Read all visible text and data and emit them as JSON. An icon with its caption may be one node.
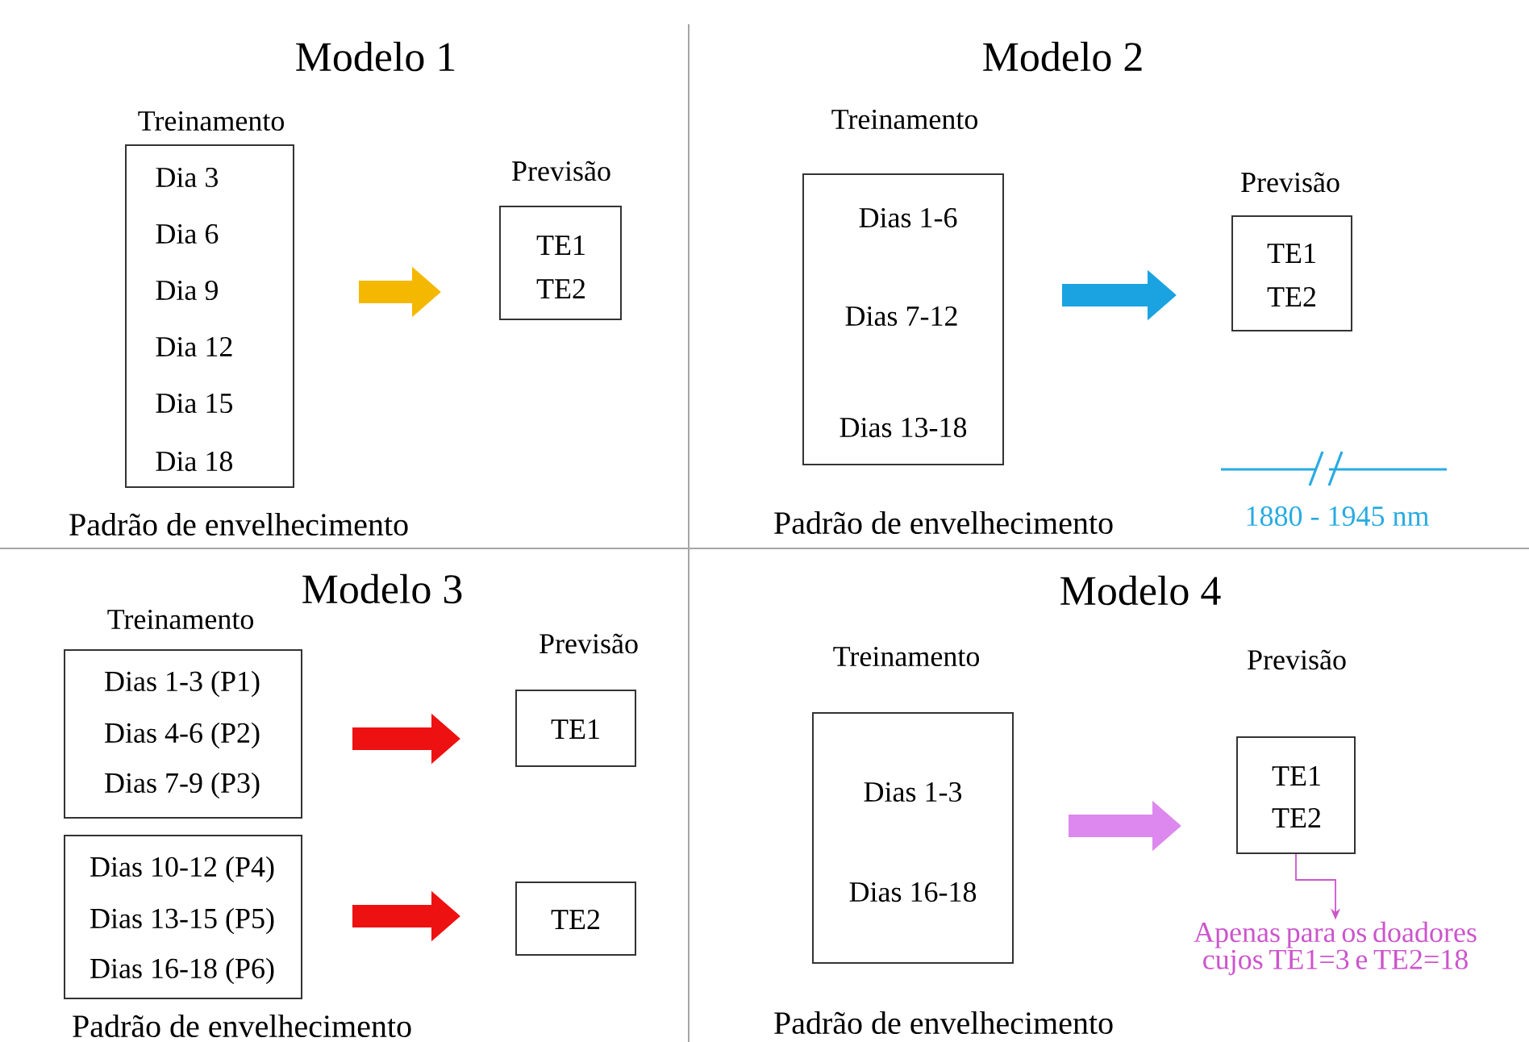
{
  "diagram": {
    "nodes": [
      {
        "text": [
          "Treinamento",
          "Dia 3",
          "Dia 6",
          "Dia 9",
          "Dia 12",
          "Dia 15",
          "Dia 18"
        ]
      },
      {
        "text": [
          "Previsão",
          "TE1",
          "TE2"
        ]
      },
      {
        "text": [
          "Treinamento",
          "Dias 1-6",
          "Dias 7-12",
          "Dias 13-18"
        ]
      },
      {
        "text": [
          "Previsão",
          "TE1",
          "TE2"
        ]
      },
      {
        "text": [
          "Treinamento",
          "Dias 1-3 (P1)",
          "Dias 4-6 (P2)",
          "Dias 7-9 (P3)"
        ]
      },
      {
        "text": [
          "Dias 10-12 (P4)",
          "Dias 13-15 (P5)",
          "Dias 16-18 (P6)"
        ]
      },
      {
        "text": [
          "Previsão",
          "TE1"
        ]
      },
      {
        "text": [
          "TE2"
        ]
      },
      {
        "text": [
          "Treinamento",
          "Dias 1-3",
          "Dias 16-18"
        ]
      },
      {
        "text": [
          "Previsão",
          "TE1",
          "TE2"
        ]
      },
      {
        "text": [
          "Apenas para os doadores cujos TE1=3 e TE2=18"
        ]
      }
    ],
    "edges": [
      {
        "from": 0,
        "to": 1,
        "arrow": "to",
        "color": "#f5b800"
      },
      {
        "from": 2,
        "to": 3,
        "arrow": "to",
        "color": "#1aa3e0"
      },
      {
        "from": 4,
        "to": 6,
        "arrow": "to",
        "color": "#ee1111"
      },
      {
        "from": 5,
        "to": 7,
        "arrow": "to",
        "color": "#ee1111"
      },
      {
        "from": 8,
        "to": 9,
        "arrow": "to",
        "color": "#dd88ee"
      },
      {
        "from": 9,
        "to": 10,
        "arrow": "to",
        "color": "#cc55cc"
      }
    ],
    "labels": [
      "Modelo 1",
      "Padrão de envelhecimento",
      "Modelo 2",
      "Padrão de envelhecimento",
      "1880 - 1945 nm",
      "Modelo 3",
      "Padrão de envelhecimento",
      "Modelo 4",
      "Padrão de envelhecimento"
    ]
  }
}
